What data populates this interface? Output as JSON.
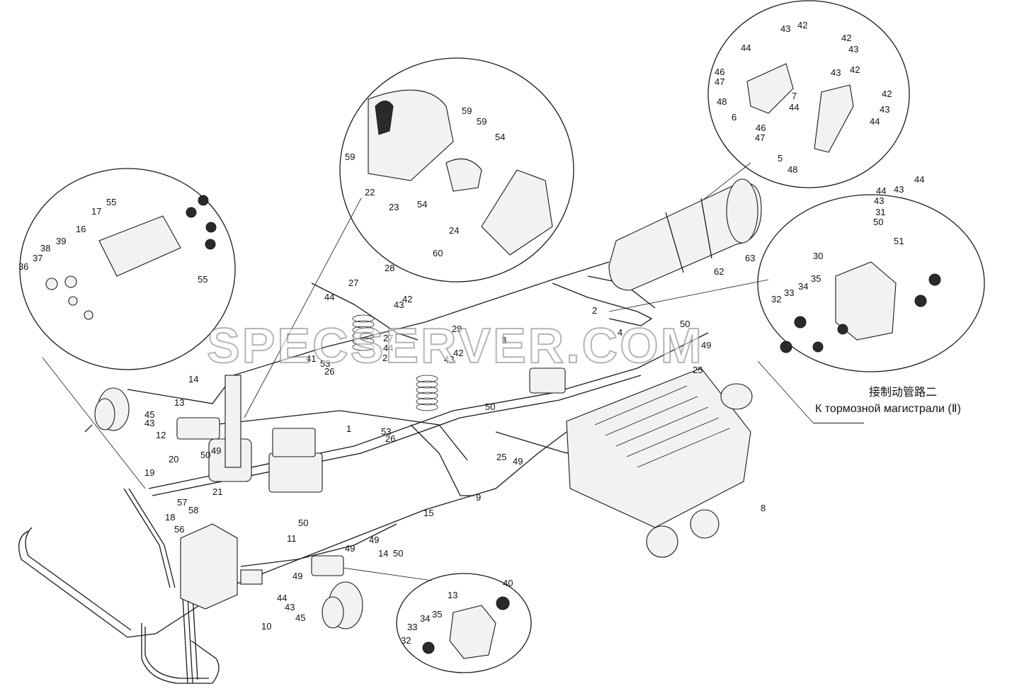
{
  "watermark": "SPECSERVER.COM",
  "note": {
    "cn": "接制动管路二",
    "ru": "К тормозной магистрали (Ⅱ)"
  },
  "callouts": [
    {
      "id": "c1",
      "text": "1"
    },
    {
      "id": "c2a",
      "text": "2"
    },
    {
      "id": "c2b",
      "text": "2"
    },
    {
      "id": "c3",
      "text": "3"
    },
    {
      "id": "c4",
      "text": "4"
    },
    {
      "id": "c5",
      "text": "5"
    },
    {
      "id": "c6",
      "text": "6"
    },
    {
      "id": "c7",
      "text": "7"
    },
    {
      "id": "c8",
      "text": "8"
    },
    {
      "id": "c9",
      "text": "9"
    },
    {
      "id": "c10",
      "text": "10"
    },
    {
      "id": "c11",
      "text": "11"
    },
    {
      "id": "c12",
      "text": "12"
    },
    {
      "id": "c13a",
      "text": "13"
    },
    {
      "id": "c13b",
      "text": "13"
    },
    {
      "id": "c14a",
      "text": "14"
    },
    {
      "id": "c14b",
      "text": "14"
    },
    {
      "id": "c15",
      "text": "15"
    },
    {
      "id": "c16",
      "text": "16"
    },
    {
      "id": "c17",
      "text": "17"
    },
    {
      "id": "c18",
      "text": "18"
    },
    {
      "id": "c19",
      "text": "19"
    },
    {
      "id": "c20",
      "text": "20"
    },
    {
      "id": "c21",
      "text": "21"
    },
    {
      "id": "c22",
      "text": "22"
    },
    {
      "id": "c23",
      "text": "23"
    },
    {
      "id": "c24",
      "text": "24"
    },
    {
      "id": "c25a",
      "text": "25"
    },
    {
      "id": "c25b",
      "text": "25"
    },
    {
      "id": "c26a",
      "text": "26"
    },
    {
      "id": "c26b",
      "text": "26"
    },
    {
      "id": "c27a",
      "text": "27"
    },
    {
      "id": "c27b",
      "text": "27"
    },
    {
      "id": "c28",
      "text": "28"
    },
    {
      "id": "c29",
      "text": "29"
    },
    {
      "id": "c30",
      "text": "30"
    },
    {
      "id": "c31",
      "text": "31"
    },
    {
      "id": "c32a",
      "text": "32"
    },
    {
      "id": "c32b",
      "text": "32"
    },
    {
      "id": "c33a",
      "text": "33"
    },
    {
      "id": "c33b",
      "text": "33"
    },
    {
      "id": "c34a",
      "text": "34"
    },
    {
      "id": "c34b",
      "text": "34"
    },
    {
      "id": "c35a",
      "text": "35"
    },
    {
      "id": "c35b",
      "text": "35"
    },
    {
      "id": "c36",
      "text": "36"
    },
    {
      "id": "c37",
      "text": "37"
    },
    {
      "id": "c38",
      "text": "38"
    },
    {
      "id": "c39",
      "text": "39"
    },
    {
      "id": "c40",
      "text": "40"
    },
    {
      "id": "c41",
      "text": "41"
    },
    {
      "id": "c42a",
      "text": "42"
    },
    {
      "id": "c42b",
      "text": "42"
    },
    {
      "id": "c42c",
      "text": "42"
    },
    {
      "id": "c42d",
      "text": "42"
    },
    {
      "id": "c42e",
      "text": "42"
    },
    {
      "id": "c42f",
      "text": "42"
    },
    {
      "id": "c43a",
      "text": "43"
    },
    {
      "id": "c43b",
      "text": "43"
    },
    {
      "id": "c43c",
      "text": "43"
    },
    {
      "id": "c43d",
      "text": "43"
    },
    {
      "id": "c43e",
      "text": "43"
    },
    {
      "id": "c43f",
      "text": "43"
    },
    {
      "id": "c43g",
      "text": "43"
    },
    {
      "id": "c43h",
      "text": "43"
    },
    {
      "id": "c43i",
      "text": "43"
    },
    {
      "id": "c43j",
      "text": "43"
    },
    {
      "id": "c44a",
      "text": "44"
    },
    {
      "id": "c44b",
      "text": "44"
    },
    {
      "id": "c44c",
      "text": "44"
    },
    {
      "id": "c44d",
      "text": "44"
    },
    {
      "id": "c44e",
      "text": "44"
    },
    {
      "id": "c44f",
      "text": "44"
    },
    {
      "id": "c44g",
      "text": "44"
    },
    {
      "id": "c44h",
      "text": "44"
    },
    {
      "id": "c45a",
      "text": "45"
    },
    {
      "id": "c45b",
      "text": "45"
    },
    {
      "id": "c46a",
      "text": "46"
    },
    {
      "id": "c46b",
      "text": "46"
    },
    {
      "id": "c47a",
      "text": "47"
    },
    {
      "id": "c47b",
      "text": "47"
    },
    {
      "id": "c48a",
      "text": "48"
    },
    {
      "id": "c48b",
      "text": "48"
    },
    {
      "id": "c49a",
      "text": "49"
    },
    {
      "id": "c49b",
      "text": "49"
    },
    {
      "id": "c49c",
      "text": "49"
    },
    {
      "id": "c49d",
      "text": "49"
    },
    {
      "id": "c49e",
      "text": "49"
    },
    {
      "id": "c49f",
      "text": "49"
    },
    {
      "id": "c50a",
      "text": "50"
    },
    {
      "id": "c50b",
      "text": "50"
    },
    {
      "id": "c50c",
      "text": "50"
    },
    {
      "id": "c50d",
      "text": "50"
    },
    {
      "id": "c50e",
      "text": "50"
    },
    {
      "id": "c50f",
      "text": "50"
    },
    {
      "id": "c51",
      "text": "51"
    },
    {
      "id": "c53a",
      "text": "53"
    },
    {
      "id": "c53b",
      "text": "53"
    },
    {
      "id": "c54a",
      "text": "54"
    },
    {
      "id": "c54b",
      "text": "54"
    },
    {
      "id": "c55a",
      "text": "55"
    },
    {
      "id": "c55b",
      "text": "55"
    },
    {
      "id": "c56",
      "text": "56"
    },
    {
      "id": "c57",
      "text": "57"
    },
    {
      "id": "c58",
      "text": "58"
    },
    {
      "id": "c59a",
      "text": "59"
    },
    {
      "id": "c59b",
      "text": "59"
    },
    {
      "id": "c59c",
      "text": "59"
    },
    {
      "id": "c60",
      "text": "60"
    },
    {
      "id": "c62",
      "text": "62"
    },
    {
      "id": "c63",
      "text": "63"
    }
  ]
}
